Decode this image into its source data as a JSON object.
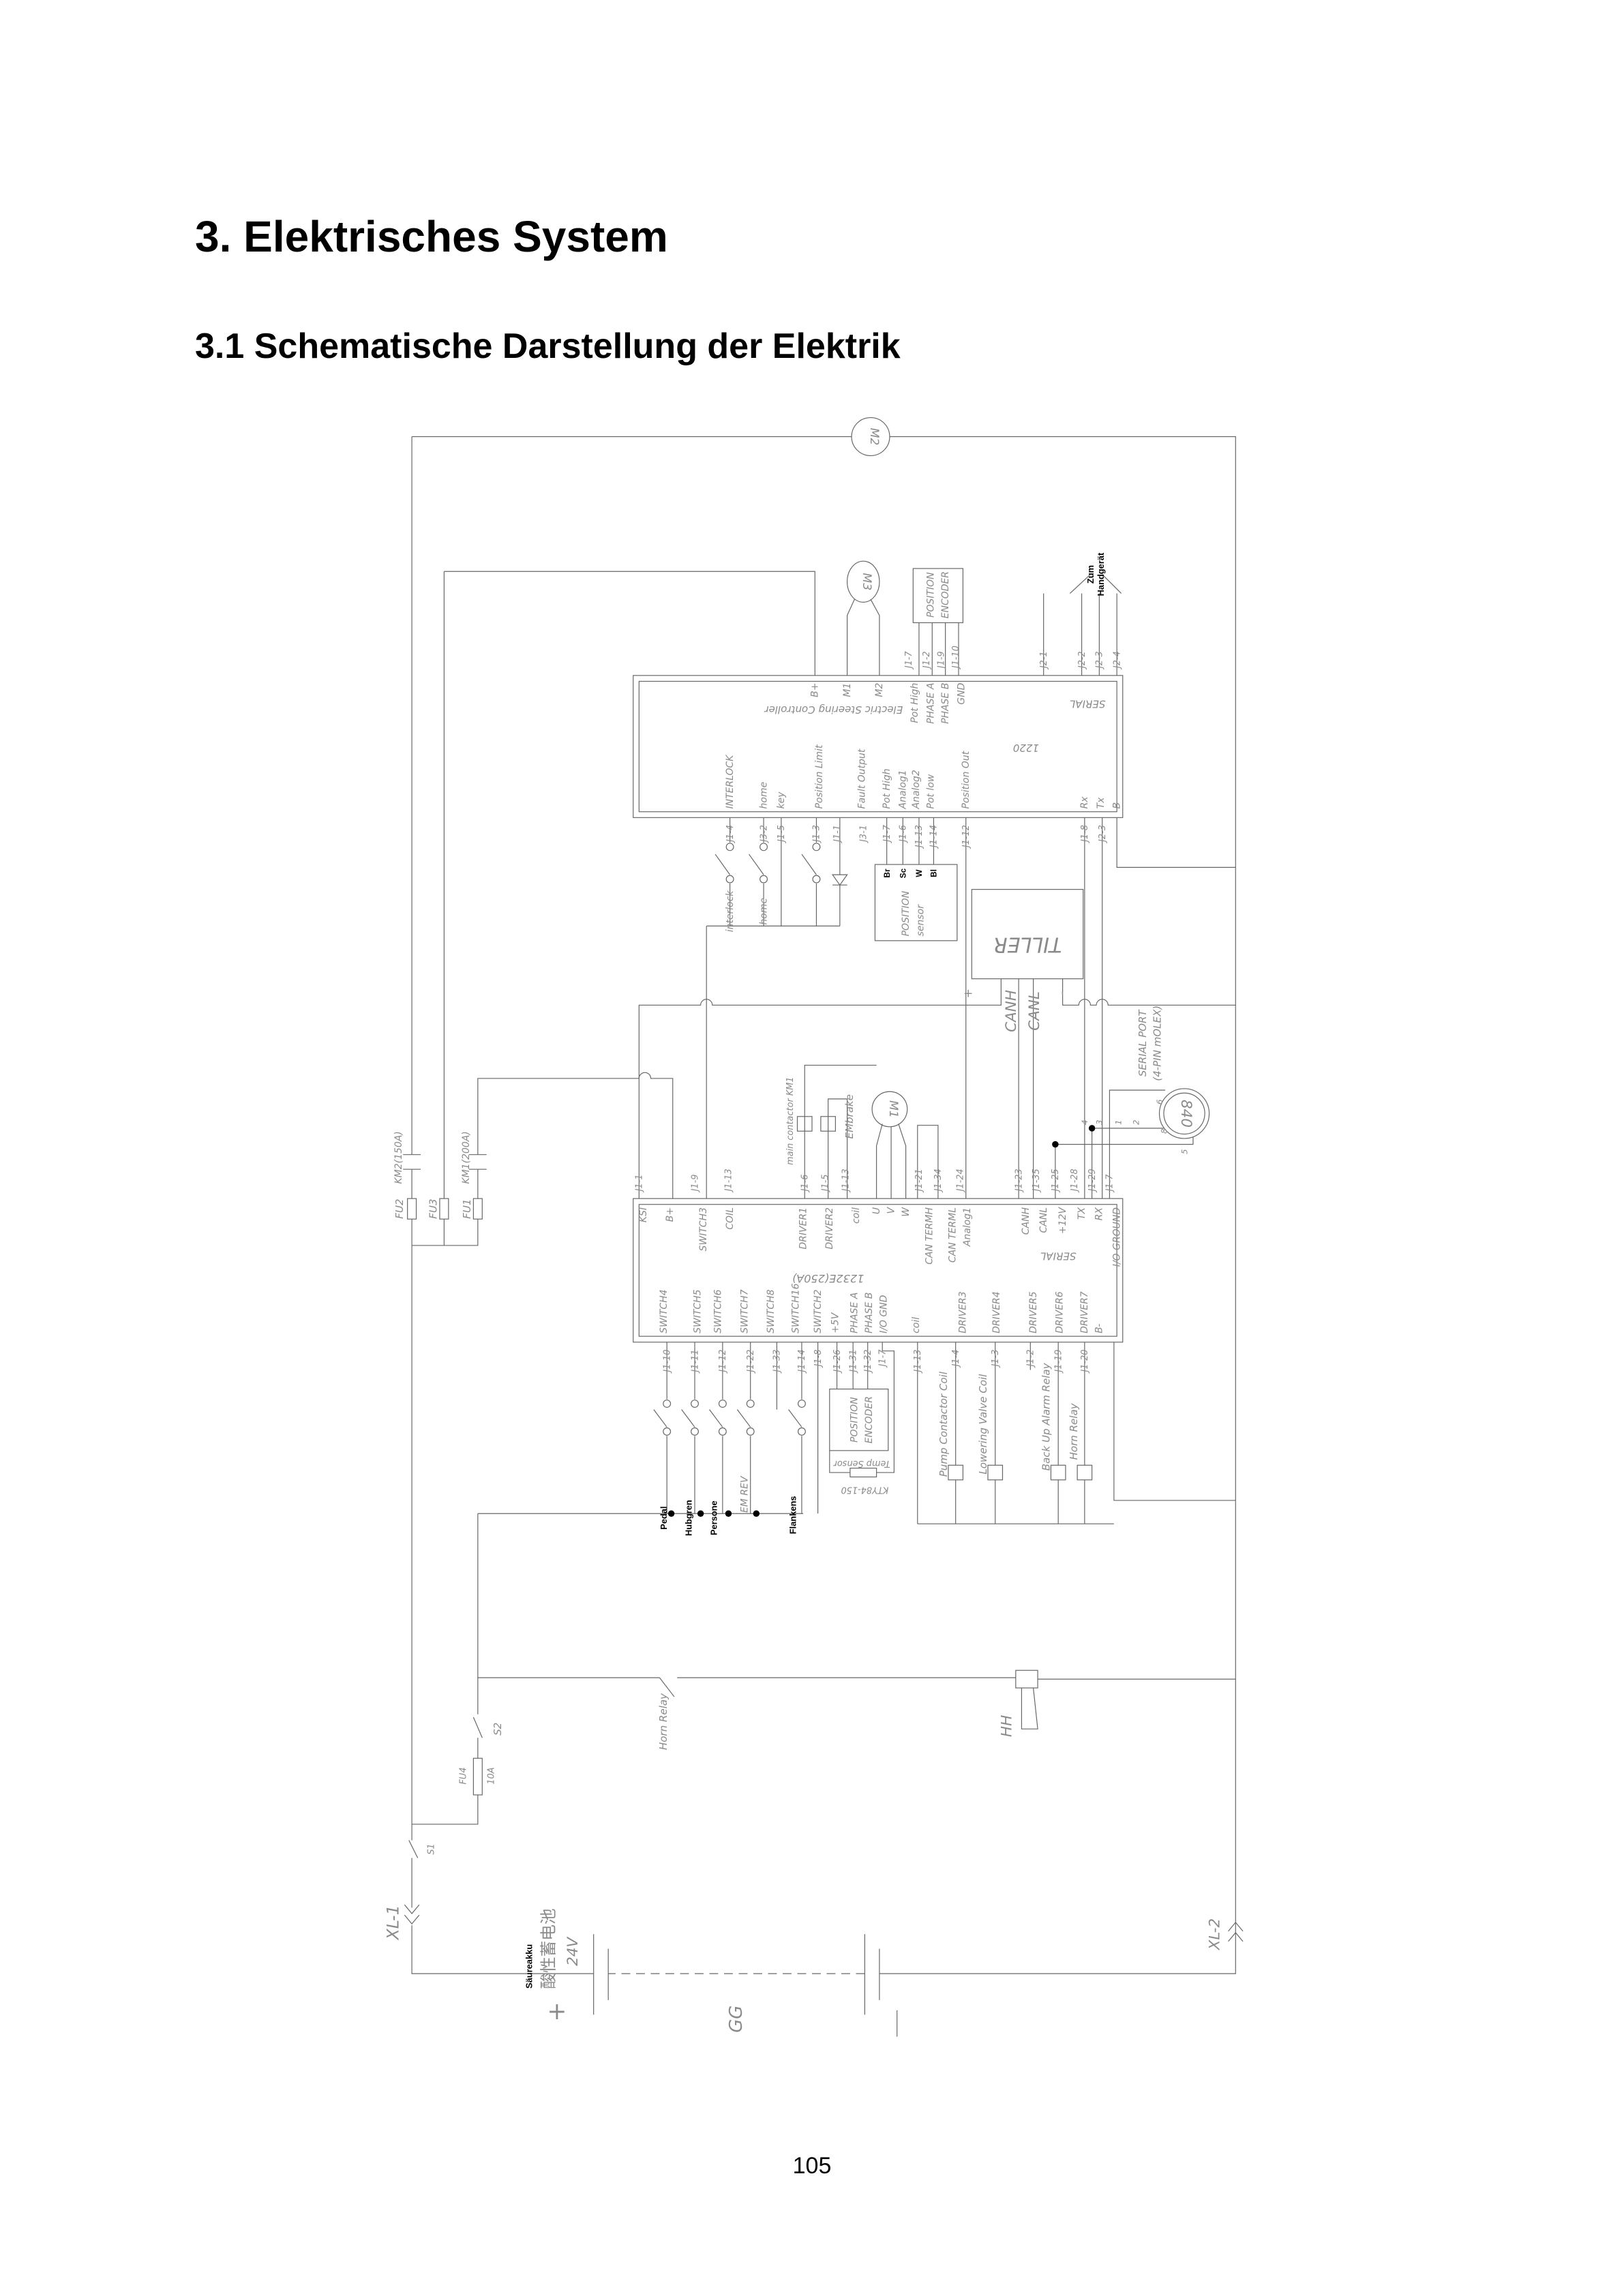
{
  "page": {
    "chapter_title": "3. Elektrisches System",
    "section_title": "3.1 Schematische Darstellung der Elektrik",
    "page_number": "105"
  },
  "ctrl_1220": {
    "model": "1220",
    "title": "Electric Steering Controller",
    "serial": "SERIAL",
    "top_labels": [
      "B+",
      "M1",
      "M2",
      "Pot High",
      "PHASE A",
      "PHASE B",
      "GND"
    ],
    "bottom_labels": [
      "INTERLOCK",
      "home",
      "key",
      "Position Limit",
      "Fault Output",
      "Pot High",
      "Analog1",
      "Analog2",
      "Pot low",
      "Position Out",
      "Rx",
      "Tx",
      "B-"
    ],
    "top_pins": [
      "J1-7",
      "J1-2",
      "J1-9",
      "J1-10",
      "J2-1",
      "J2-2",
      "J2-3",
      "J2-4"
    ],
    "bottom_pins": [
      "J1-4",
      "J3-2",
      "J1-5",
      "J1-3",
      "J1-1",
      "J3-1",
      "J1-7",
      "J1-6",
      "J1-13",
      "J1-14",
      "J1-12",
      "J1-8",
      "J2-3"
    ]
  },
  "ctrl_1232e": {
    "model": "1232E(250A)",
    "serial": "SERIAL",
    "top_labels": [
      "KSI",
      "B+",
      "SWITCH3",
      "COIL",
      "DRIVER1",
      "DRIVER2",
      "coil",
      "U",
      "V",
      "W",
      "CAN TERMH",
      "CAN TERML",
      "Analog1",
      "CANH",
      "CANL",
      "+12V",
      "TX",
      "RX",
      "I/O GROUND"
    ],
    "bottom_labels": [
      "SWITCH4",
      "SWITCH5",
      "SWITCH6",
      "SWITCH7",
      "SWITCH8",
      "SWITCH16",
      "SWITCH2",
      "+5V",
      "PHASE A",
      "PHASE B",
      "I/O GND",
      "coil",
      "DRIVER3",
      "DRIVER4",
      "DRIVER5",
      "DRIVER6",
      "DRIVER7",
      "B-"
    ],
    "top_pins": [
      "J1-1",
      "J1-9",
      "J1-13",
      "J1-6",
      "J1-5",
      "J1-13",
      "J1-21",
      "J1-34",
      "J1-24",
      "J1-23",
      "J1-35",
      "J1-25",
      "J1-28",
      "J1-29",
      "J1-7"
    ],
    "bottom_pins": [
      "J1-10",
      "J1-11",
      "J1-12",
      "J1-22",
      "J1-33",
      "J1-14",
      "J1-8",
      "J1-26",
      "J1-31",
      "J1-32",
      "J1-7",
      "J1-13",
      "J1-4",
      "J1-3",
      "J1-2",
      "J1-19",
      "J1-20"
    ]
  },
  "components": {
    "m2": "M2",
    "m3": "M3",
    "m1": "M1",
    "encoder_top": [
      "POSITION",
      "ENCODER"
    ],
    "encoder_bottom": [
      "POSITION",
      "ENCODER"
    ],
    "handset": [
      "Zum",
      "Handgerät"
    ],
    "switch_labels": [
      "interlock",
      "home"
    ],
    "position_sensor": [
      "POSITION",
      "sensor"
    ],
    "sensor_wires": [
      "Br",
      "Sc",
      "W",
      "Bl"
    ],
    "main_contactor": "main contactor KM1",
    "em_brake": "EMbrake",
    "tiller": "TILLER",
    "tiller_pins": [
      "+",
      "CANH",
      "CANL",
      "-"
    ],
    "serial_port": [
      "SERIAL PORT",
      "(4-PIN mOLEX)"
    ],
    "serial_port_id": "840",
    "serial_port_pins": [
      "6",
      "4",
      "3",
      "1",
      "2",
      "8",
      "5"
    ],
    "temp_sensor": "Temp Sensor",
    "temp_sensor_type": "KTY84-150",
    "coils": [
      "Pump Contactor Coil",
      "Lowering Valve Coil",
      "Back Up Alarm Relay",
      "Horn Relay"
    ],
    "input_switches": [
      "Pedal",
      "Hubgren",
      "Persone",
      "EM REV",
      "Flankens"
    ],
    "fuses": [
      "FU2",
      "FU3",
      "FU1"
    ],
    "contacts": [
      "KM2(150A)",
      "KM1(200A)"
    ],
    "fu4": "FU4",
    "fu4_rating": "10A",
    "s2": "S2",
    "s1": "S1",
    "horn_relay": "Horn Relay",
    "horn": "HH",
    "xl1": "XL-1",
    "xl2": "XL-2",
    "battery_voltage": "24V",
    "battery_name": "Säureakku",
    "battery_name_cn": "酸性蓄电池",
    "battery_plus": "+",
    "battery_id": "GG"
  }
}
